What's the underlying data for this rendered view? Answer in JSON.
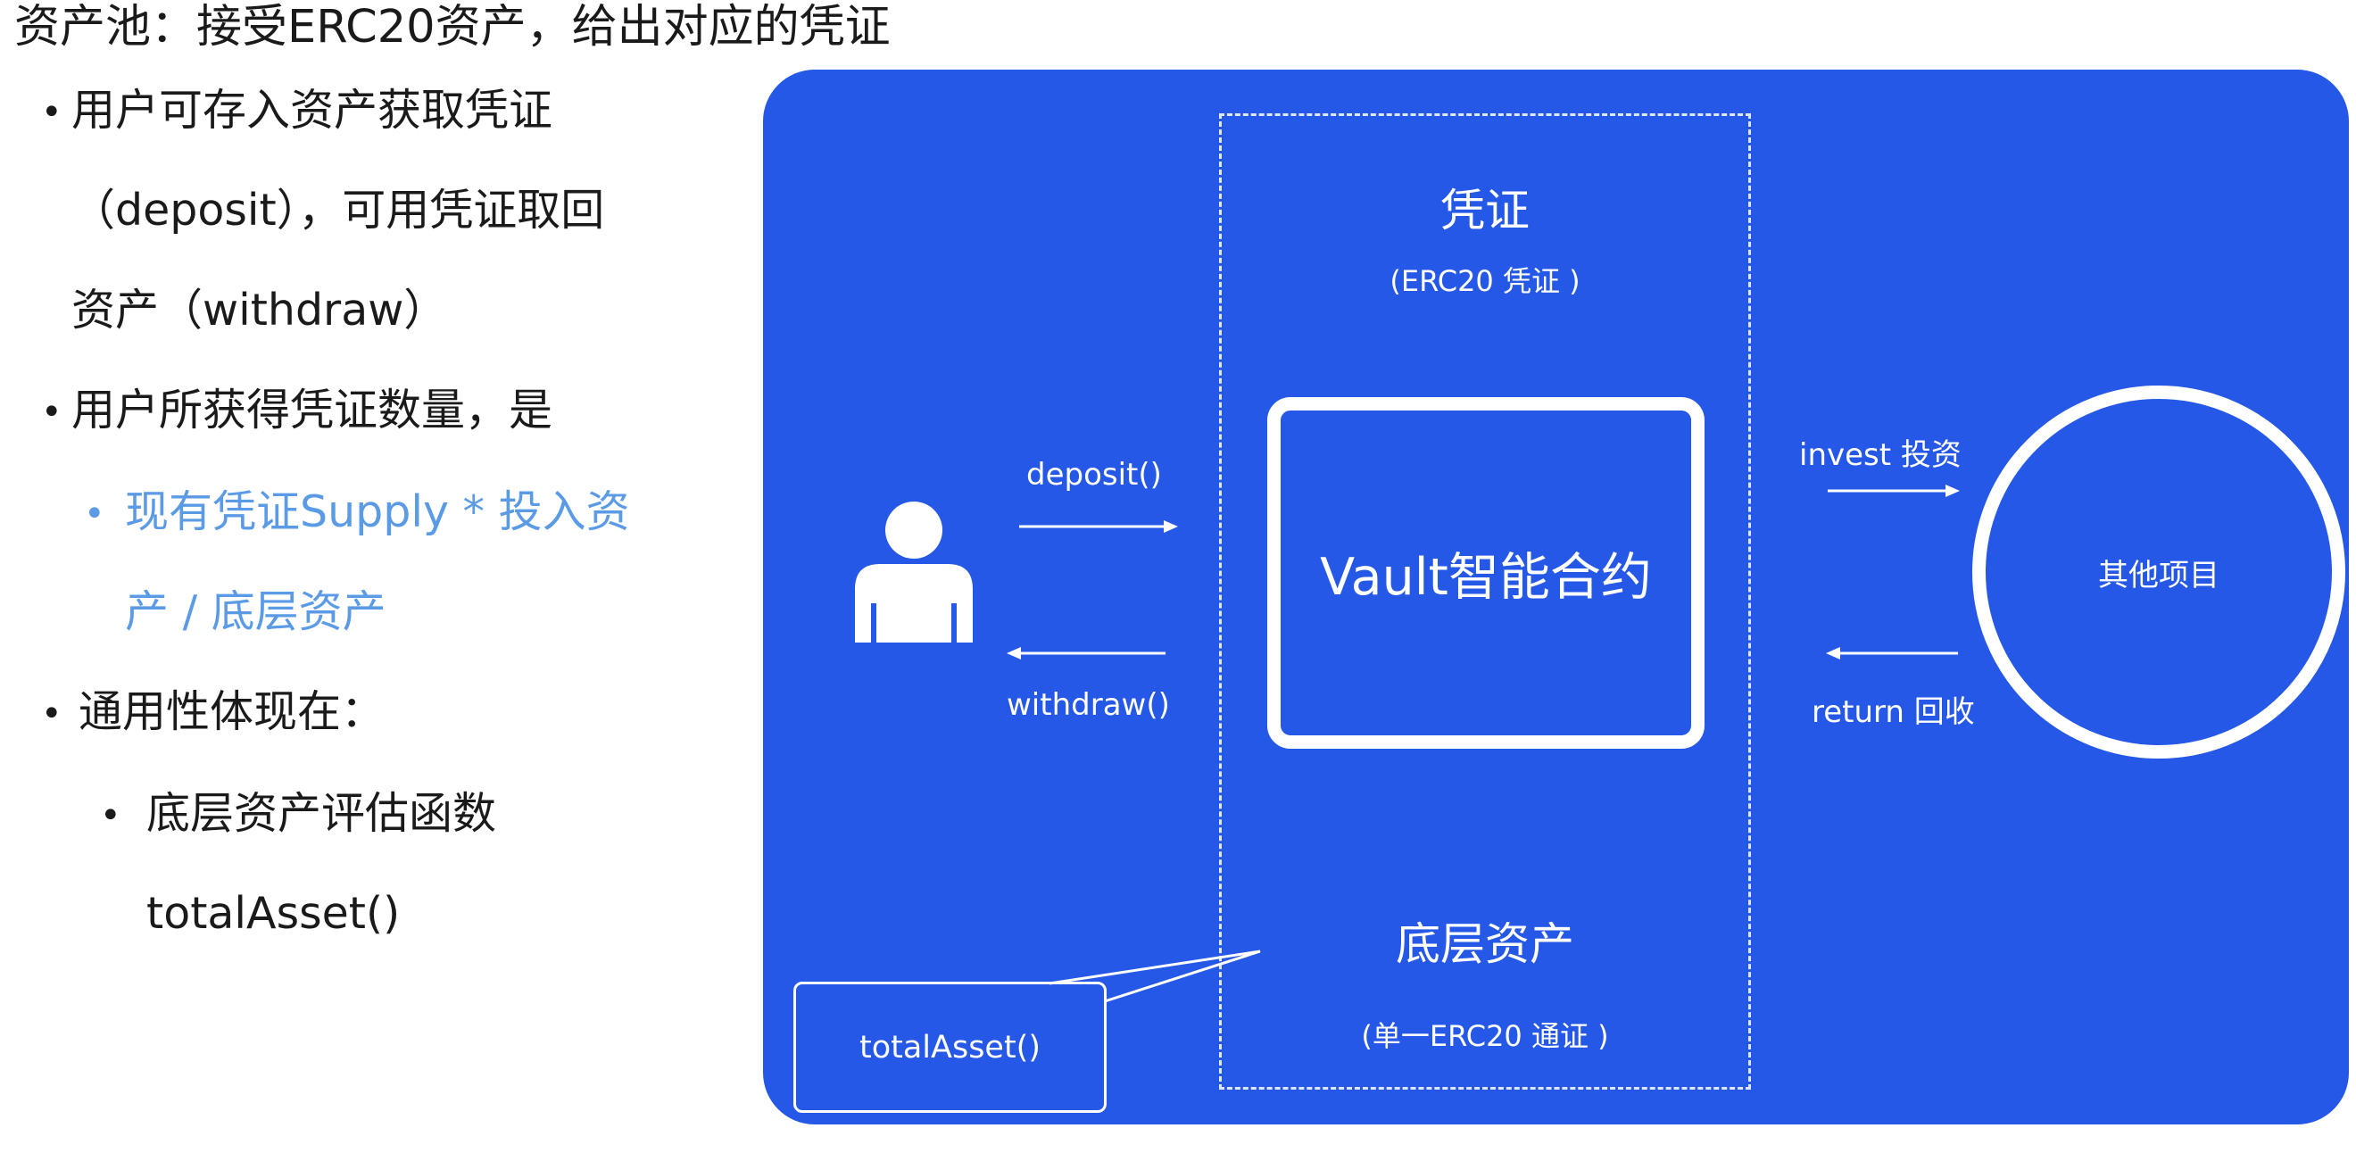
{
  "title": "资产池：接受ERC20资产，给出对应的凭证",
  "bullets": {
    "b1_line1": "用户可存入资产获取凭证",
    "b1_line2": "（deposit），可用凭证取回",
    "b1_line3": "资产（withdraw）",
    "b2_line1": "用户所获得凭证数量，是",
    "b2_sub_line1": "现有凭证Supply * 投入资",
    "b2_sub_line2": "产 / 底层资产",
    "b3_line1": "通用性体现在：",
    "b3_sub_line1": "底层资产评估函数",
    "b3_sub_line2": "totalAsset()",
    "bullet_char": "•"
  },
  "diagram": {
    "voucher_title": "凭证",
    "voucher_sub": "(ERC20 凭证 )",
    "vault_label": "Vault智能合约",
    "underlying_title": "底层资产",
    "underlying_sub": "(单一ERC20 通证 )",
    "deposit_label": "deposit()",
    "withdraw_label": "withdraw()",
    "invest_label": "invest 投资",
    "return_label": "return 回收",
    "other_projects": "其他项目",
    "callout_label": "totalAsset()",
    "user_icon": "user-icon"
  },
  "colors": {
    "panel_blue": "#2558e6",
    "highlight_text": "#5b9be6",
    "white": "#ffffff"
  }
}
